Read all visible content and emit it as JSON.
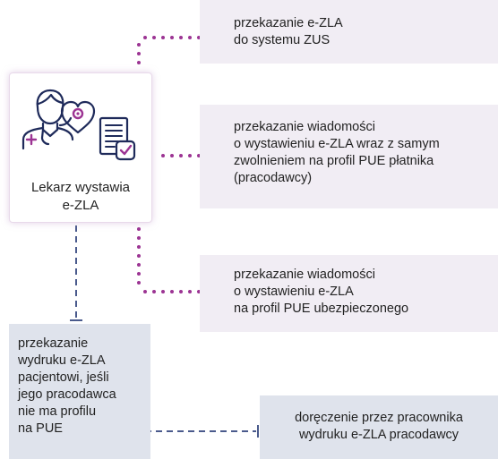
{
  "doctor": {
    "label_line1": "Lekarz wystawia",
    "label_line2": "e-ZLA",
    "icons": [
      "doctor-icon",
      "heart-stethoscope-icon",
      "document-check-icon"
    ]
  },
  "boxes": {
    "zus": {
      "line1": "przekazanie e-ZLA",
      "line2": "do systemu ZUS"
    },
    "payer": {
      "line1": "przekazanie wiadomości",
      "line2": "o wystawieniu e-ZLA wraz z samym",
      "line3": "zwolnieniem na profil PUE płatnika",
      "line4": "(pracodawcy)"
    },
    "insured": {
      "line1": "przekazanie wiadomości",
      "line2": "o wystawieniu e-ZLA",
      "line3": "na profil PUE ubezpieczonego"
    },
    "printout": {
      "line1": "przekazanie",
      "line2": "wydruku e-ZLA",
      "line3": "pacjentowi, jeśli",
      "line4": "jego pracodawca",
      "line5": "nie ma profilu",
      "line6": "na PUE"
    },
    "delivery": {
      "line1": "doręczenie przez pracownika",
      "line2": "wydruku e-ZLA pracodawcy"
    }
  },
  "colors": {
    "dotted_connector": "#9c3493",
    "dashed_connector": "#4a5a8c",
    "purple_box": "#f1edf4",
    "blue_box": "#dfe3ec",
    "icon_stroke": "#1e2a5a",
    "icon_accent": "#9c3493"
  }
}
